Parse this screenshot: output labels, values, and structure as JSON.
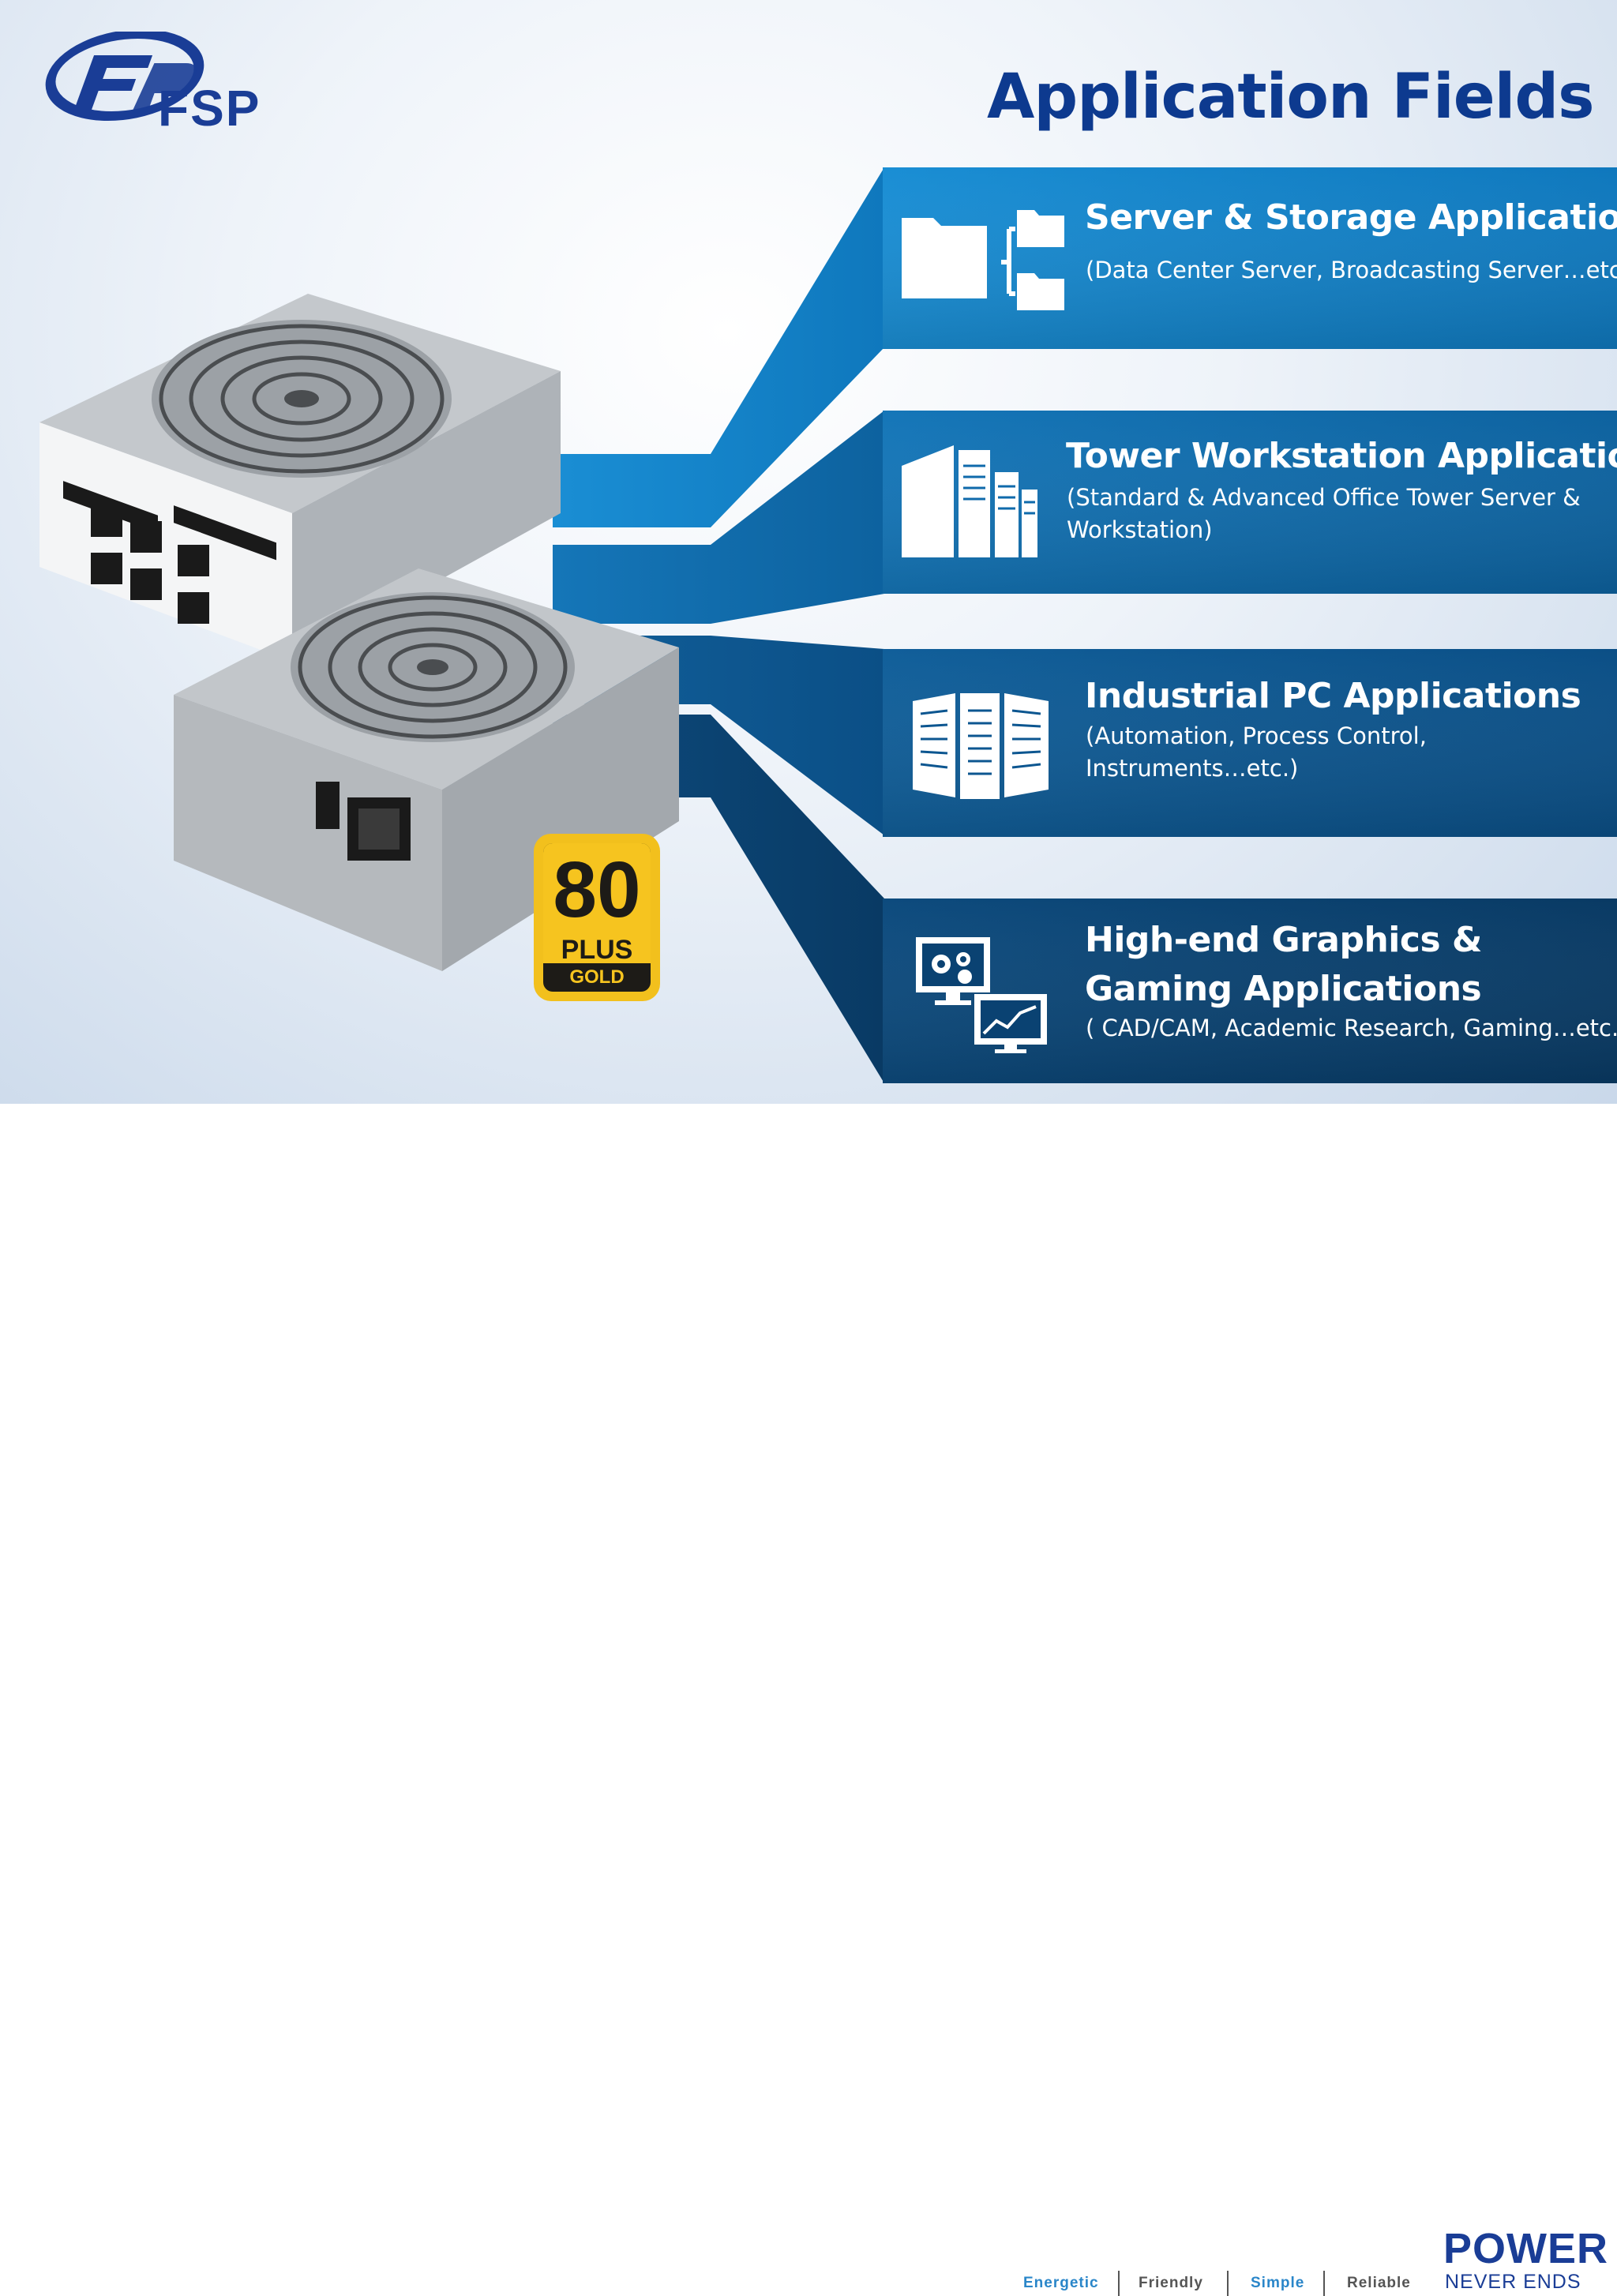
{
  "brand": {
    "logo_text": "FSP",
    "accent": "#1a3d96"
  },
  "page": {
    "title": "Application Fields"
  },
  "fields": [
    {
      "title": "Server & Storage Applications",
      "subtitle": "(Data Center Server,  Broadcasting Server…etc.)",
      "icon": "folder-tree-icon",
      "color": "#1580c4"
    },
    {
      "title": "Tower Workstation Applications",
      "subtitle": "(Standard & Advanced Office Tower Server & Workstation)",
      "icon": "server-tower-icon",
      "color": "#0f6aab"
    },
    {
      "title": "Industrial PC Applications",
      "subtitle": "(Automation,  Process Control, Instruments…etc.)",
      "icon": "server-rack-icon",
      "color": "#0c5690"
    },
    {
      "title": "High-end Graphics & Gaming Applications",
      "subtitle": "( CAD/CAM, Academic Research, Gaming…etc.)",
      "icon": "graphics-monitors-icon",
      "color": "#0a4272"
    }
  ],
  "badge": {
    "number": "80",
    "plus": "PLUS",
    "grade": "GOLD",
    "color": "#f2c01d"
  },
  "footer": {
    "taglines": [
      "Energetic",
      "Friendly",
      "Simple",
      "Reliable"
    ],
    "power": "POWER",
    "never_ends": "NEVER ENDS"
  }
}
